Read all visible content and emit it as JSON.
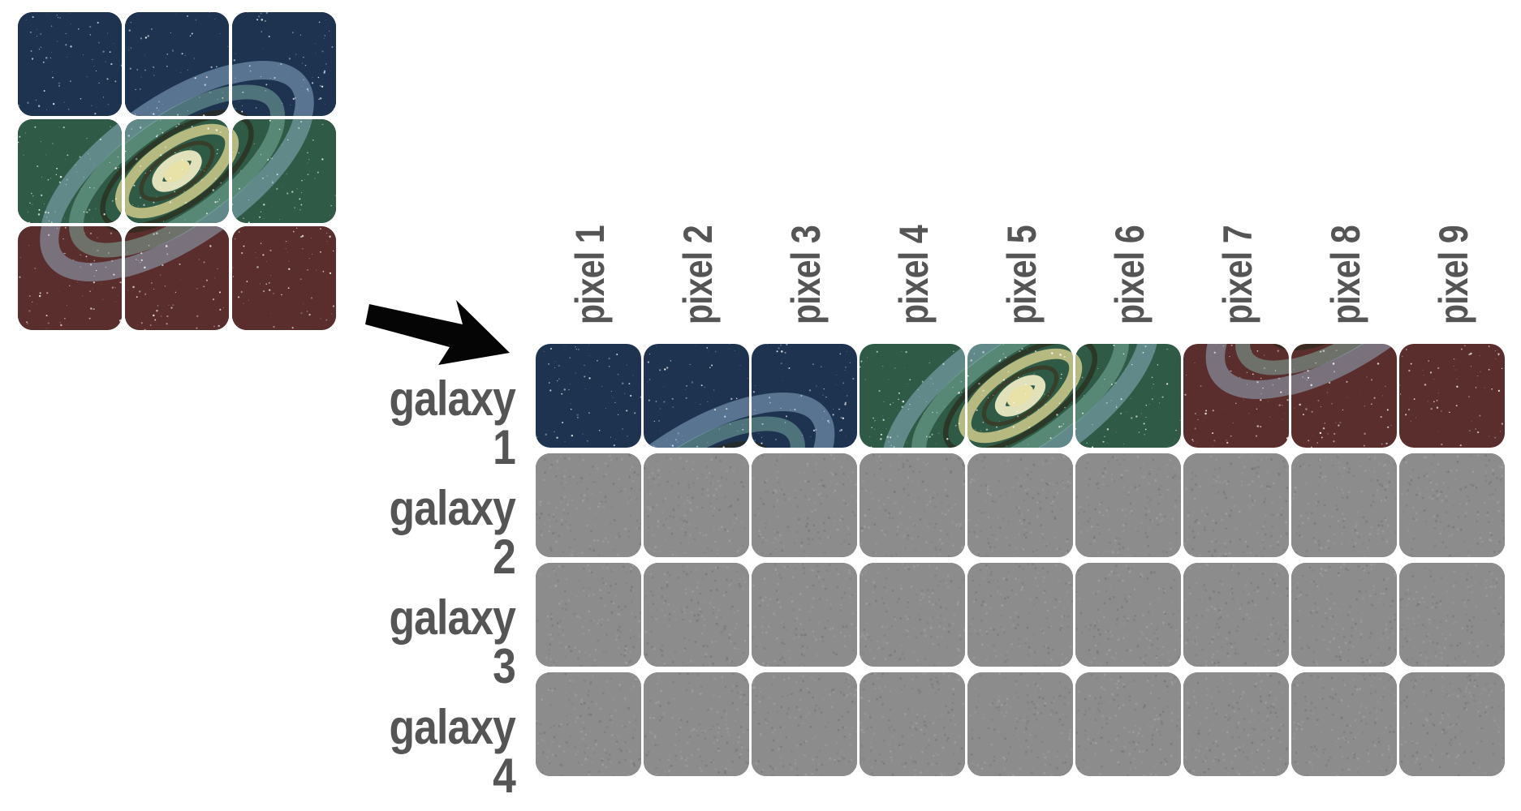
{
  "diagram": {
    "columns": [
      "pixel 1",
      "pixel 2",
      "pixel 3",
      "pixel 4",
      "pixel 5",
      "pixel 6",
      "pixel 7",
      "pixel 8",
      "pixel 9"
    ],
    "rows": [
      "galaxy 1",
      "galaxy 2",
      "galaxy 3",
      "galaxy 4"
    ],
    "filled_row": "galaxy 1",
    "label_color": "#555555",
    "empty_cell_color": "#8c8c8c",
    "tile_palette": {
      "row_top": "#1e3350",
      "row_middle": "#2f5a45",
      "row_bottom": "#5a2e2c",
      "galaxy_core": "#e8e2a8"
    },
    "icons": {
      "arrow": "arrow-right-down-icon"
    }
  }
}
